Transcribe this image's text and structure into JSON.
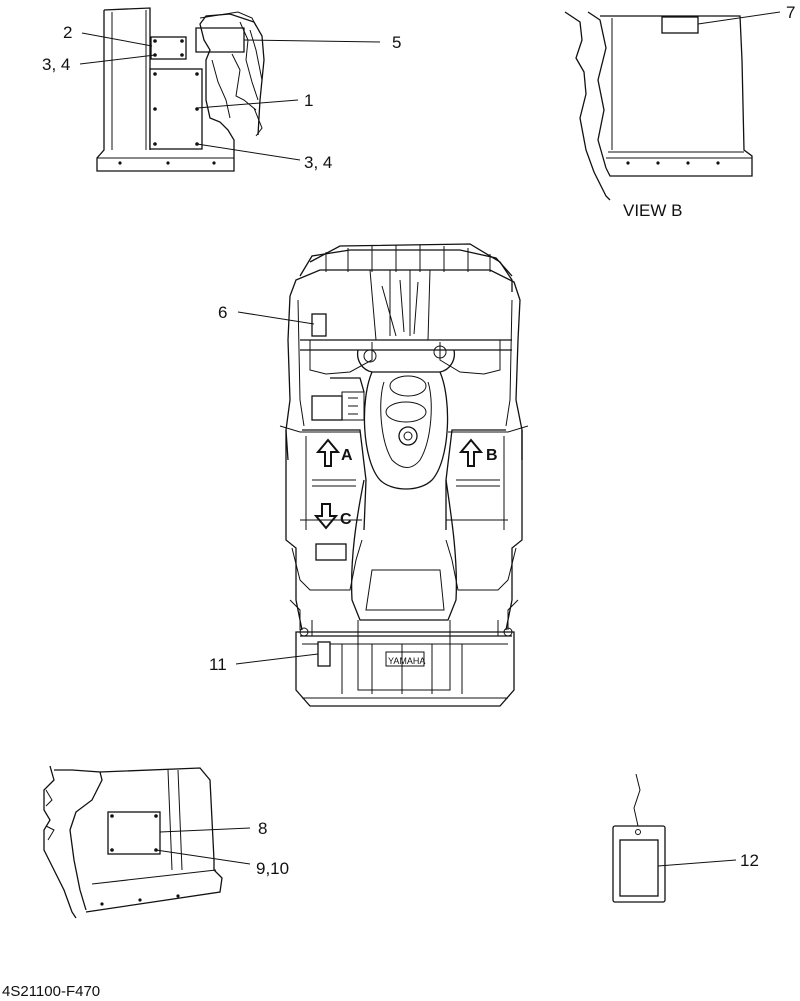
{
  "callouts": {
    "c1": "1",
    "c2": "2",
    "c34a": "3, 4",
    "c34b": "3, 4",
    "c5": "5",
    "c6": "6",
    "c7": "7",
    "c8": "8",
    "c910": "9,10",
    "c11": "11",
    "c12": "12"
  },
  "view_labels": {
    "view_b": "VIEW B"
  },
  "arrows": {
    "a": "A",
    "b": "B",
    "c": "C"
  },
  "brand_mark": "YAMAHA",
  "drawing_code": "4S21100-F470"
}
